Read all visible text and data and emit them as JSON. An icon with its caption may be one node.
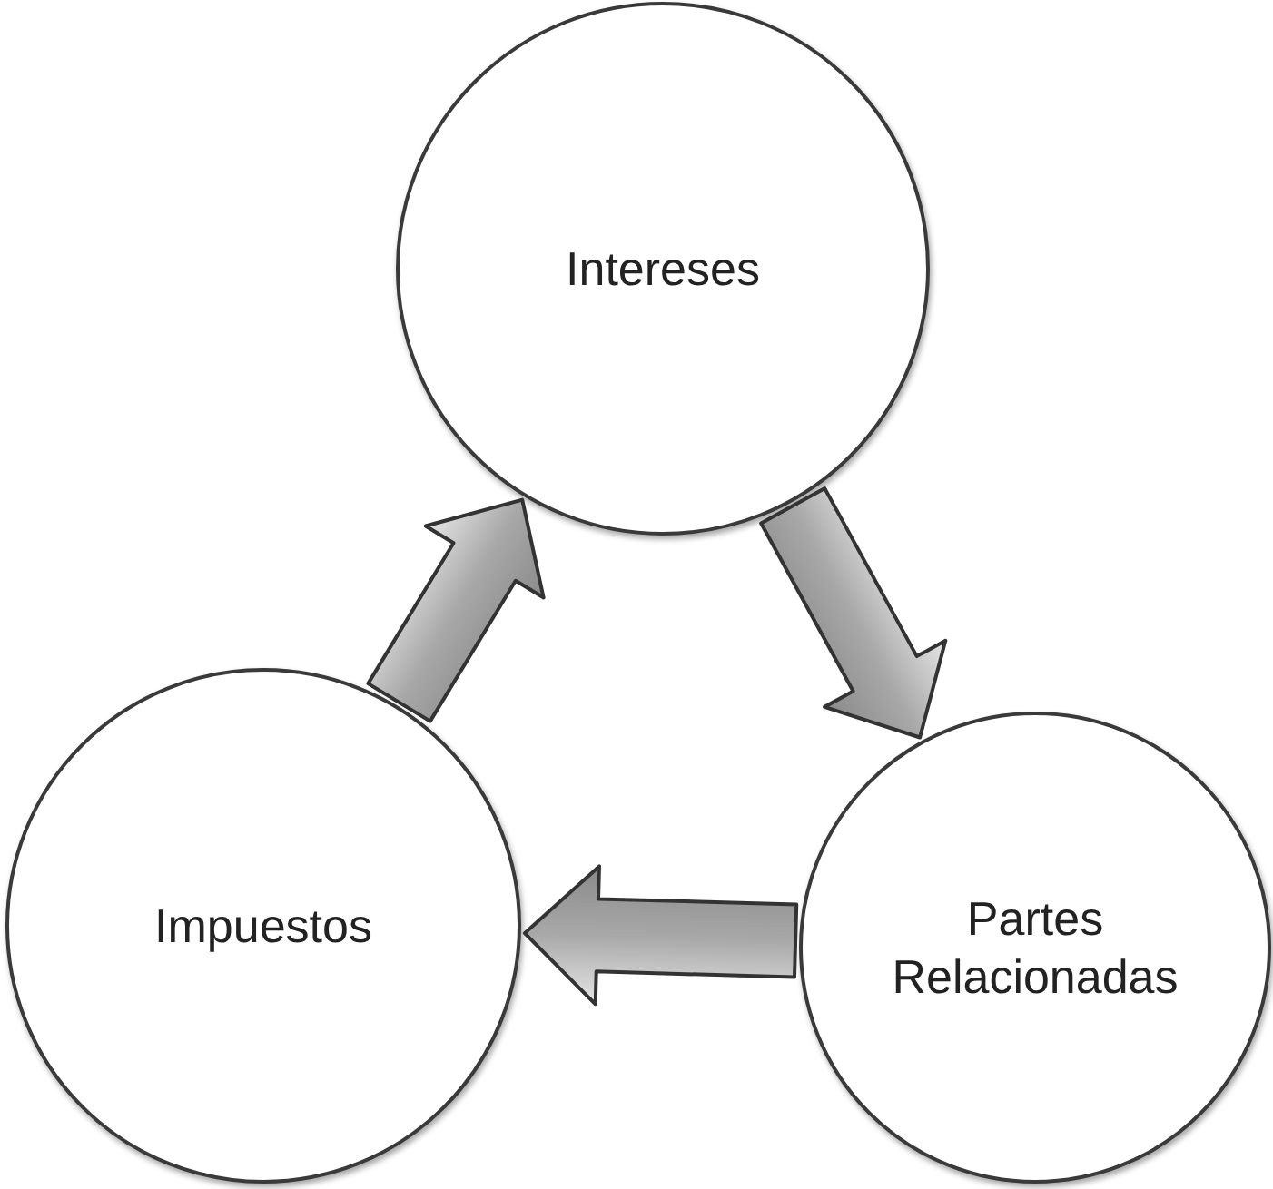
{
  "diagram": {
    "nodes": [
      {
        "text": [
          "Intereses"
        ]
      },
      {
        "text": [
          "Impuestos"
        ]
      },
      {
        "text": [
          "Partes Relacionadas"
        ]
      }
    ],
    "edges": [
      {
        "from": 1,
        "to": 0,
        "arrow": "to"
      },
      {
        "from": 0,
        "to": 2,
        "arrow": "to"
      },
      {
        "from": 2,
        "to": 1,
        "arrow": "to"
      }
    ]
  }
}
